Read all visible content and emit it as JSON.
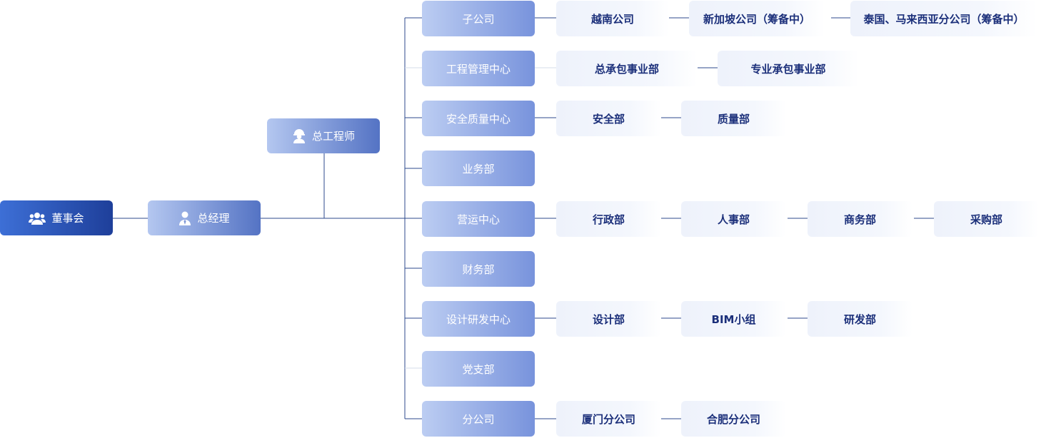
{
  "board": {
    "label": "董事会",
    "icon": "people-icon"
  },
  "general_manager": {
    "label": "总经理",
    "icon": "person-icon"
  },
  "chief_engineer": {
    "label": "总工程师",
    "icon": "engineer-helmet-icon"
  },
  "departments": [
    {
      "label": "子公司",
      "children": [
        "越南公司",
        "新加坡公司（筹备中）",
        "泰国、马来西亚分公司（筹备中）"
      ]
    },
    {
      "label": "工程管理中心",
      "children": [
        "总承包事业部",
        "专业承包事业部"
      ]
    },
    {
      "label": "安全质量中心",
      "children": [
        "安全部",
        "质量部"
      ]
    },
    {
      "label": "业务部",
      "children": []
    },
    {
      "label": "营运中心",
      "children": [
        "行政部",
        "人事部",
        "商务部",
        "采购部"
      ]
    },
    {
      "label": "财务部",
      "children": []
    },
    {
      "label": "设计研发中心",
      "children": [
        "设计部",
        "BIM小组",
        "研发部"
      ]
    },
    {
      "label": "党支部",
      "children": []
    },
    {
      "label": "分公司",
      "children": [
        "厦门分公司",
        "合肥分公司"
      ]
    }
  ],
  "colors": {
    "line": "#2c4a8c",
    "board": "#2a4fb8",
    "sub_text": "#1b2f7a"
  }
}
